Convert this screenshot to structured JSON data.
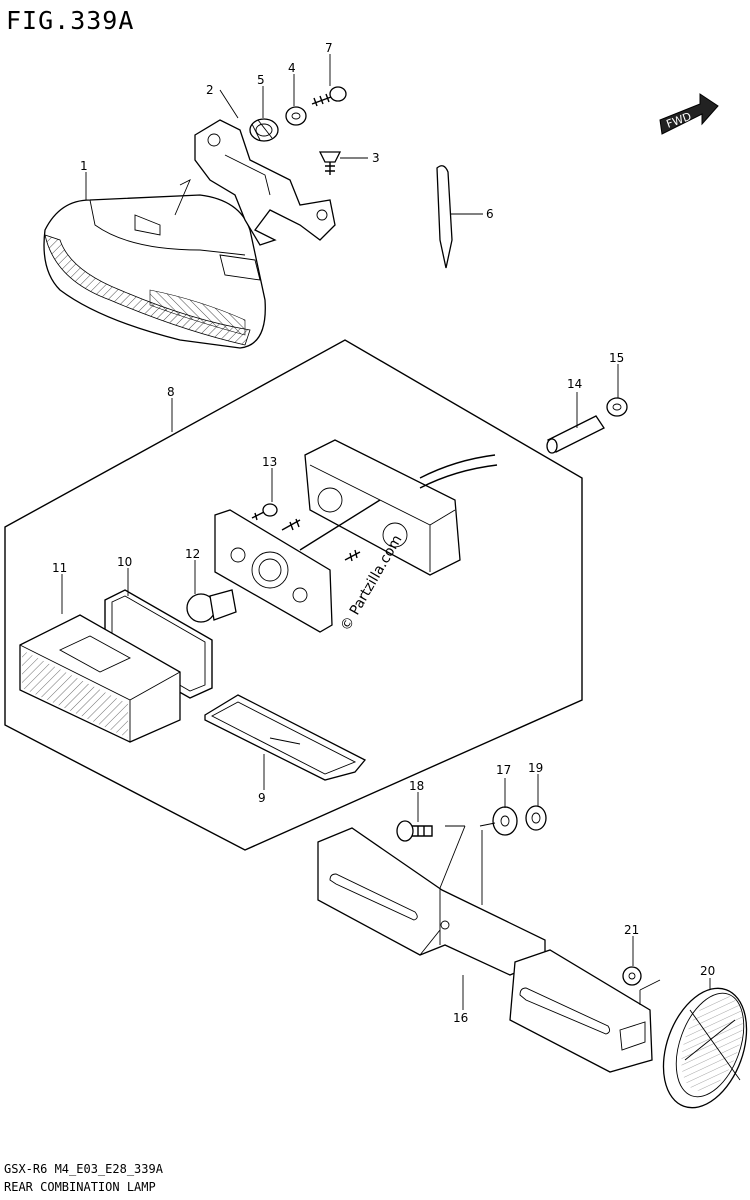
{
  "header": {
    "figure_id": "FIG.339A"
  },
  "footer": {
    "model_code": "GSX-R6 M4_E03_E28_339A",
    "caption": "REAR COMBINATION LAMP"
  },
  "fwd_badge": "FWD",
  "watermark": "© Partzilla.com",
  "callouts": [
    "1",
    "2",
    "3",
    "4",
    "5",
    "6",
    "7",
    "8",
    "9",
    "10",
    "11",
    "12",
    "13",
    "14",
    "15",
    "16",
    "17",
    "18",
    "19",
    "20",
    "21"
  ]
}
